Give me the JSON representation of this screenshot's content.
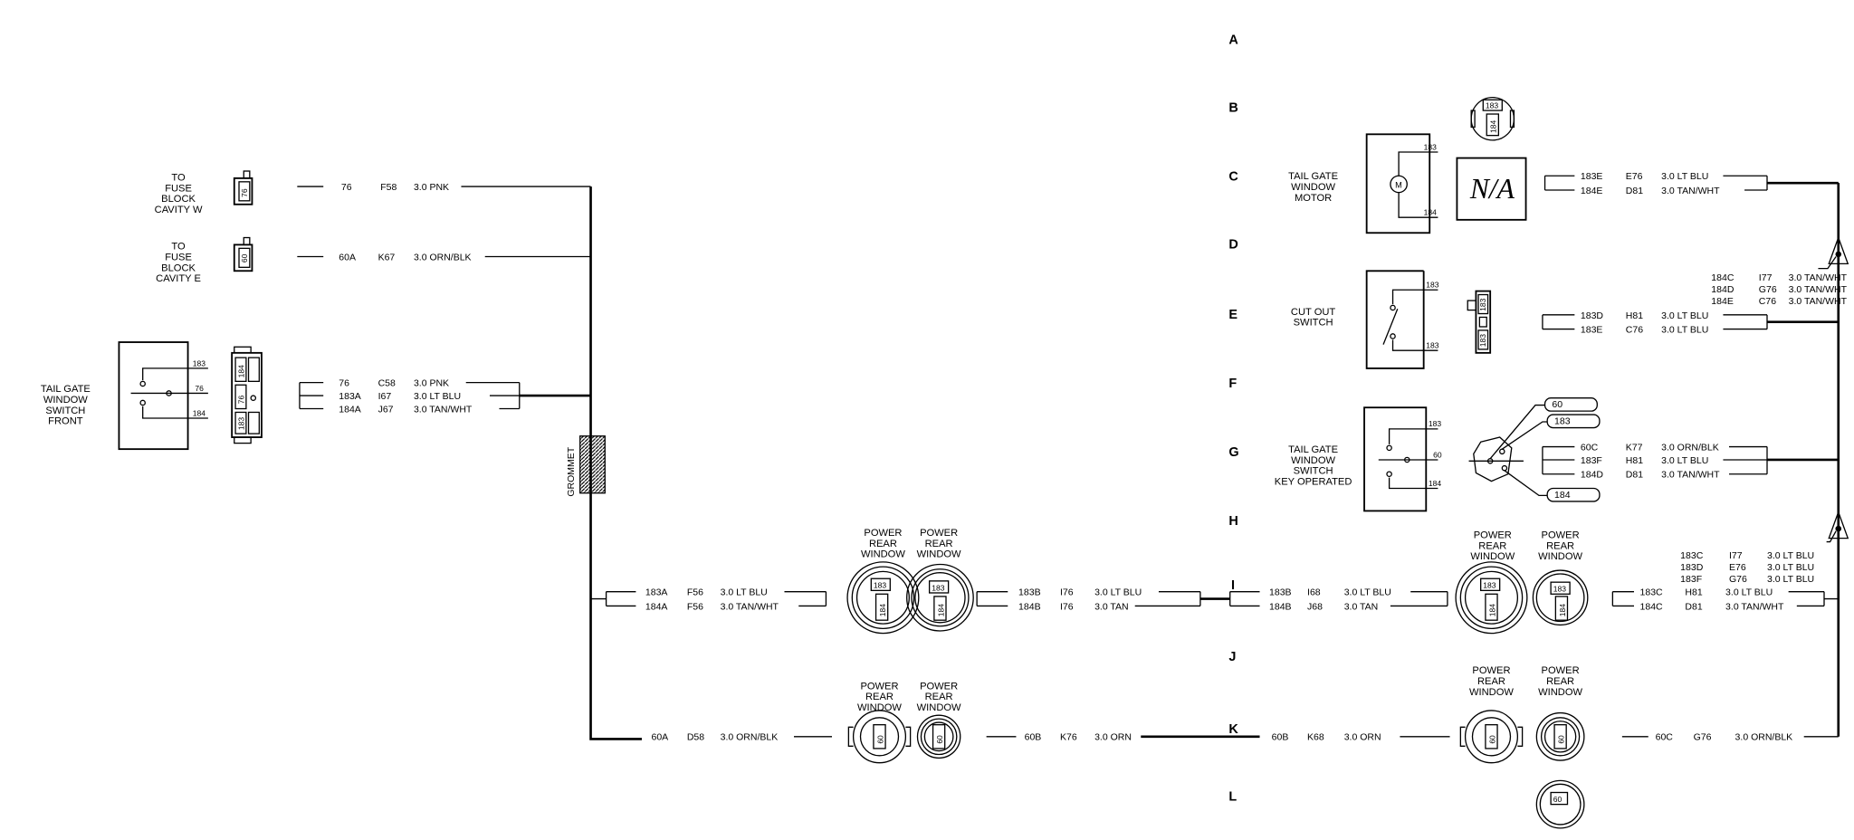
{
  "row_labels": [
    "A",
    "B",
    "C",
    "D",
    "E",
    "F",
    "G",
    "H",
    "I",
    "J",
    "K",
    "L"
  ],
  "power_rear_window_label": [
    "POWER",
    "REAR",
    "WINDOW"
  ],
  "fuse_w": {
    "label": [
      "TO",
      "FUSE",
      "BLOCK",
      "CAVITY W"
    ],
    "pin": "76",
    "wires": [
      {
        "circuit": "76",
        "loc": "F58",
        "spec": "3.0 PNK"
      }
    ]
  },
  "fuse_e": {
    "label": [
      "TO",
      "FUSE",
      "BLOCK",
      "CAVITY E"
    ],
    "pin": "60",
    "wires": [
      {
        "circuit": "60A",
        "loc": "K67",
        "spec": "3.0 ORN/BLK"
      }
    ]
  },
  "switch_front": {
    "label": [
      "TAIL GATE",
      "WINDOW",
      "SWITCH",
      "FRONT"
    ],
    "pins": [
      "183",
      "76",
      "184"
    ],
    "connector_pins": [
      "184",
      "76",
      "183"
    ],
    "wires": [
      {
        "circuit": "76",
        "loc": "C58",
        "spec": "3.0 PNK"
      },
      {
        "circuit": "183A",
        "loc": "I67",
        "spec": "3.0 LT BLU"
      },
      {
        "circuit": "184A",
        "loc": "J67",
        "spec": "3.0 TAN/WHT"
      }
    ]
  },
  "grommet": "GROMMET",
  "row_i": {
    "left_wires": [
      {
        "circuit": "183A",
        "loc": "F56",
        "spec": "3.0 LT BLU"
      },
      {
        "circuit": "184A",
        "loc": "F56",
        "spec": "3.0 TAN/WHT"
      }
    ],
    "mid_wires": [
      {
        "circuit": "183B",
        "loc": "I76",
        "spec": "3.0 LT BLU"
      },
      {
        "circuit": "184B",
        "loc": "I76",
        "spec": "3.0 TAN"
      }
    ],
    "right1_wires": [
      {
        "circuit": "183B",
        "loc": "I68",
        "spec": "3.0 LT BLU"
      },
      {
        "circuit": "184B",
        "loc": "J68",
        "spec": "3.0 TAN"
      }
    ],
    "right2_wires": [
      {
        "circuit": "183C",
        "loc": "H81",
        "spec": "3.0 LT BLU"
      },
      {
        "circuit": "184C",
        "loc": "D81",
        "spec": "3.0 TAN/WHT"
      }
    ],
    "splice_wires": [
      {
        "circuit": "183C",
        "loc": "I77",
        "spec": "3.0 LT BLU"
      },
      {
        "circuit": "183D",
        "loc": "E76",
        "spec": "3.0 LT BLU"
      },
      {
        "circuit": "183F",
        "loc": "G76",
        "spec": "3.0 LT BLU"
      }
    ],
    "pins": [
      "183",
      "184"
    ]
  },
  "row_k": {
    "wires1": [
      {
        "circuit": "60A",
        "loc": "D58",
        "spec": "3.0 ORN/BLK"
      }
    ],
    "wires2": [
      {
        "circuit": "60B",
        "loc": "K76",
        "spec": "3.0 ORN"
      }
    ],
    "wires3": [
      {
        "circuit": "60B",
        "loc": "K68",
        "spec": "3.0 ORN"
      }
    ],
    "wires4": [
      {
        "circuit": "60C",
        "loc": "G76",
        "spec": "3.0 ORN/BLK"
      }
    ],
    "pin": "60"
  },
  "motor": {
    "label": [
      "TAIL GATE",
      "WINDOW",
      "MOTOR"
    ],
    "symbol": "M",
    "pins": [
      "183",
      "184"
    ],
    "na": "N/A",
    "connector_pins": [
      "183",
      "184"
    ],
    "wires": [
      {
        "circuit": "183E",
        "loc": "E76",
        "spec": "3.0 LT BLU"
      },
      {
        "circuit": "184E",
        "loc": "D81",
        "spec": "3.0 TAN/WHT"
      }
    ]
  },
  "cutout": {
    "label": [
      "CUT OUT",
      "SWITCH"
    ],
    "pins": [
      "183",
      "183"
    ],
    "connector_pins": [
      "183",
      "183"
    ],
    "splice_wires": [
      {
        "circuit": "184C",
        "loc": "I77",
        "spec": "3.0 TAN/WHT"
      },
      {
        "circuit": "184D",
        "loc": "G76",
        "spec": "3.0 TAN/WHT"
      },
      {
        "circuit": "184E",
        "loc": "C76",
        "spec": "3.0 TAN/WHT"
      }
    ],
    "wires": [
      {
        "circuit": "183D",
        "loc": "H81",
        "spec": "3.0 LT BLU"
      },
      {
        "circuit": "183E",
        "loc": "C76",
        "spec": "3.0 LT BLU"
      }
    ]
  },
  "key_switch": {
    "label": [
      "TAIL GATE",
      "WINDOW",
      "SWITCH",
      "KEY OPERATED"
    ],
    "pins": [
      "183",
      "60",
      "184"
    ],
    "callouts": [
      "60",
      "183",
      "184"
    ],
    "wires": [
      {
        "circuit": "60C",
        "loc": "K77",
        "spec": "3.0 ORN/BLK"
      },
      {
        "circuit": "183F",
        "loc": "H81",
        "spec": "3.0 LT BLU"
      },
      {
        "circuit": "184D",
        "loc": "D81",
        "spec": "3.0 TAN/WHT"
      }
    ]
  }
}
